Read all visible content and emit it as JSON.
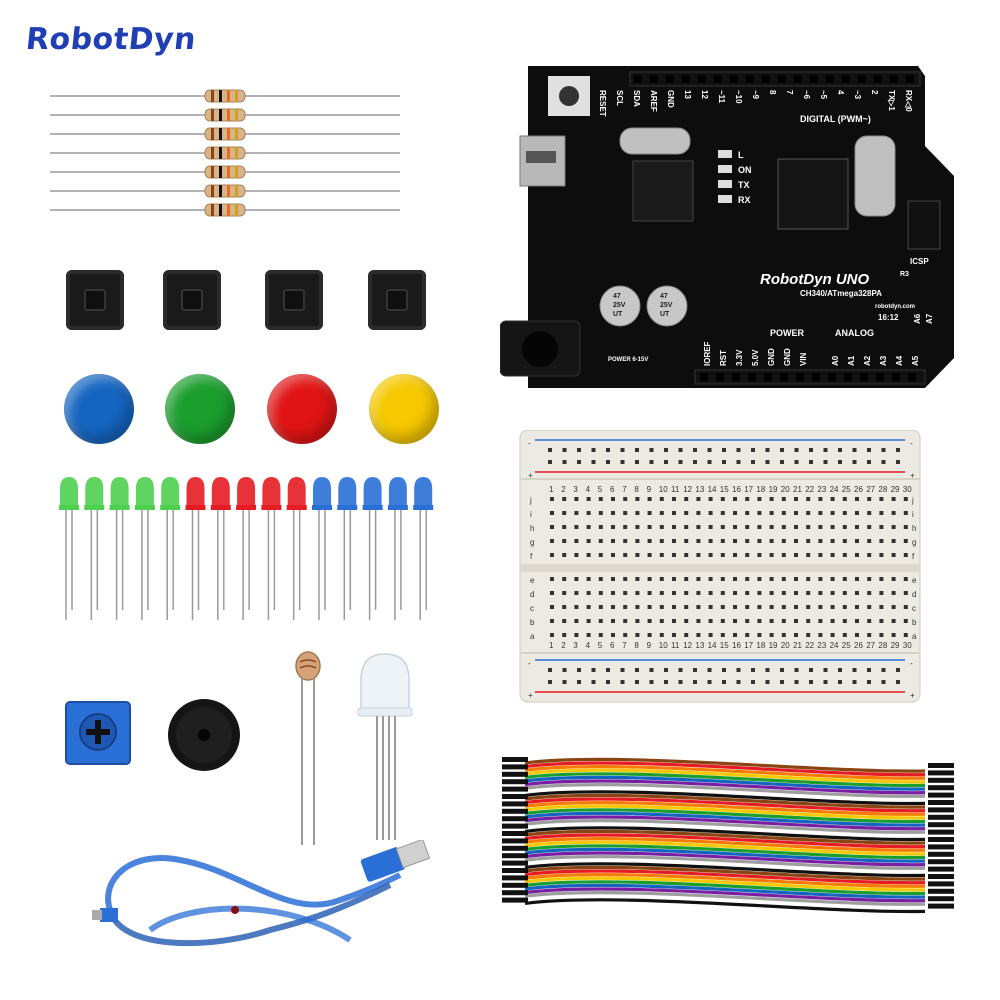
{
  "brand": {
    "logo_text": "RobotDyn"
  },
  "board": {
    "header_top_labels": [
      "RESET",
      "SCL",
      "SDA",
      "AREF",
      "GND",
      "13",
      "12",
      "~11",
      "~10",
      "~9",
      "8",
      "7",
      "~6",
      "~5",
      "4",
      "~3",
      "2",
      "TX▷1",
      "RX◁0"
    ],
    "digital_label": "DIGITAL (PWM~)",
    "leds": [
      "L",
      "ON",
      "TX",
      "RX"
    ],
    "icsp_label": "ICSP",
    "name_label": "RobotDyn UNO",
    "name_suffix": "R3",
    "chip_label": "CH340/ATmega328PA",
    "site_label": "robotdyn.com",
    "date_label": "16:12",
    "power_label": "POWER",
    "power_pins": [
      "IOREF",
      "RST",
      "3.3V",
      "5.0V",
      "GND",
      "GND",
      "VIN"
    ],
    "analog_label": "ANALOG",
    "analog_pins": [
      "A0",
      "A1",
      "A2",
      "A3",
      "A4",
      "A5"
    ],
    "extra_analog": [
      "A6",
      "A7"
    ],
    "power_input_label": "POWER 6-15V",
    "capacitor_label": [
      "47",
      "25V",
      "UT"
    ]
  },
  "breadboard": {
    "column_numbers": [
      "1",
      "2",
      "3",
      "4",
      "5",
      "6",
      "7",
      "8",
      "9",
      "10",
      "11",
      "12",
      "13",
      "14",
      "15",
      "16",
      "17",
      "18",
      "19",
      "20",
      "21",
      "22",
      "23",
      "24",
      "25",
      "26",
      "27",
      "28",
      "29",
      "30"
    ],
    "row_letters_top": [
      "j",
      "i",
      "h",
      "g",
      "f"
    ],
    "row_letters_bottom": [
      "e",
      "d",
      "c",
      "b",
      "a"
    ],
    "rail_minus": "-",
    "rail_plus": "+"
  },
  "colors": {
    "cap_blue": "#1565c0",
    "cap_green": "#1b9e2e",
    "cap_red": "#e01414",
    "cap_yellow": "#f5c800",
    "led_green": "#4fcf4f",
    "led_red": "#e51c23",
    "led_blue": "#2a6fd6",
    "logo_blue": "#1f3fb3"
  },
  "components": {
    "resistors_count": 7,
    "switches_count": 4,
    "caps": [
      "blue",
      "green",
      "red",
      "yellow"
    ],
    "leds": [
      "green",
      "green",
      "green",
      "green",
      "green",
      "red",
      "red",
      "red",
      "red",
      "red",
      "blue",
      "blue",
      "blue",
      "blue",
      "blue"
    ]
  }
}
